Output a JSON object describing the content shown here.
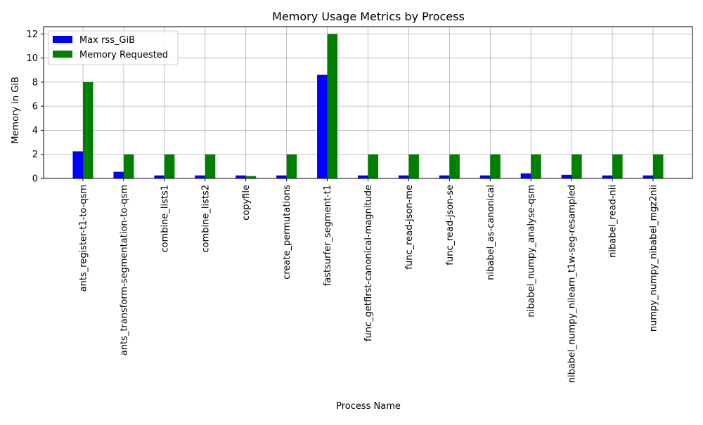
{
  "chart_data": {
    "type": "bar",
    "title": "Memory Usage Metrics by Process",
    "xlabel": "Process Name",
    "ylabel": "Memory in GiB",
    "categories": [
      "ants_register-t1-to-qsm",
      "ants_transform-segmentation-to-qsm",
      "combine_lists1",
      "combine_lists2",
      "copyfile",
      "create_permutations",
      "fastsurfer_segment-t1",
      "func_getfirst-canonical-magnitude",
      "func_read-json-me",
      "func_read-json-se",
      "nibabel_as-canonical",
      "nibabel_numpy_analyse-qsm",
      "nibabel_numpy_nilearn_t1w-seg-resampled",
      "nibabel_read-nii",
      "numpy_numpy_nibabel_mgz2nii"
    ],
    "series": [
      {
        "name": "Max rss_GiB",
        "color": "#0000ff",
        "values": [
          2.25,
          0.55,
          0.25,
          0.25,
          0.25,
          0.25,
          8.6,
          0.25,
          0.25,
          0.25,
          0.25,
          0.42,
          0.3,
          0.25,
          0.25
        ]
      },
      {
        "name": "Memory Requested",
        "color": "#008000",
        "values": [
          8,
          2,
          2,
          2,
          0.2,
          2,
          12,
          2,
          2,
          2,
          2,
          2,
          2,
          2,
          2
        ]
      }
    ],
    "ylim": [
      0,
      12.6
    ],
    "yticks": [
      0,
      2,
      4,
      6,
      8,
      10,
      12
    ],
    "grid": true,
    "legend_position": "top-left"
  }
}
